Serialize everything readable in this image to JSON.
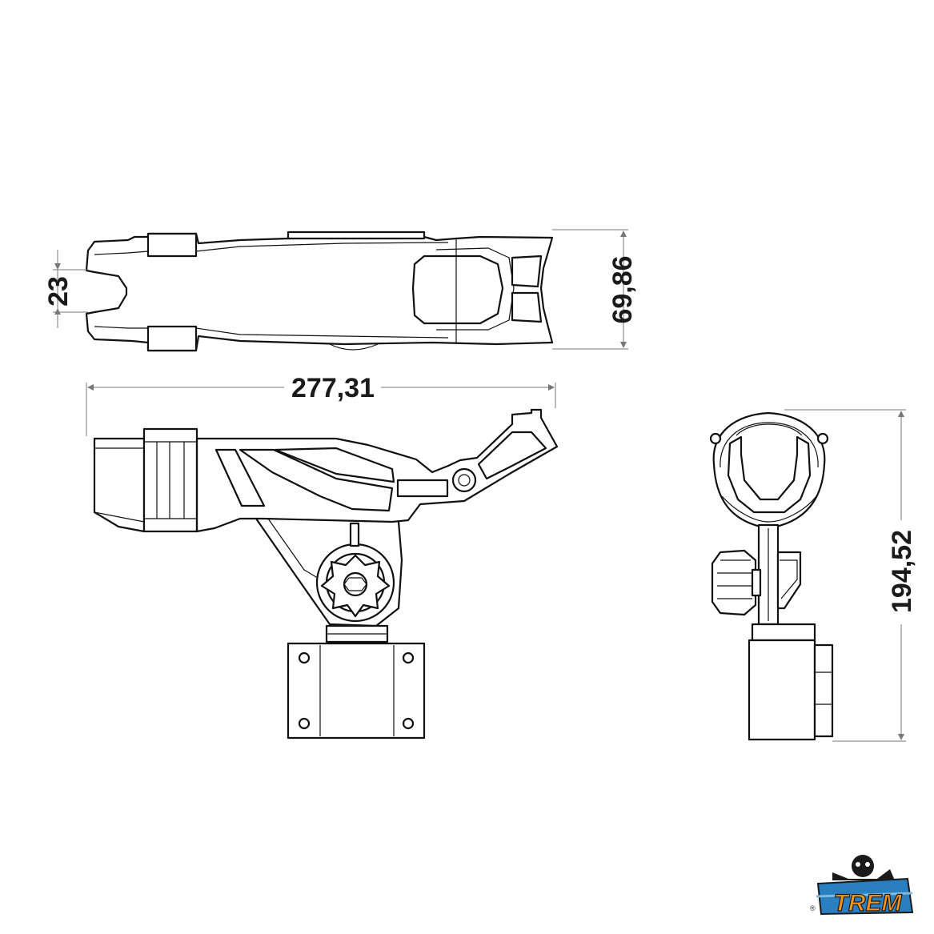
{
  "dimensions": {
    "slot_width": "23",
    "top_height": "69,86",
    "overall_length": "277,31",
    "overall_height": "194,52"
  },
  "logo": {
    "brand": "TREM",
    "registered_mark": "®",
    "colors": {
      "text": "#f7941d",
      "band": "#2a7fc1",
      "outline": "#1a1a1a"
    }
  },
  "colors": {
    "line": "#111111",
    "dimension_line": "#777777",
    "background": "#ffffff"
  }
}
